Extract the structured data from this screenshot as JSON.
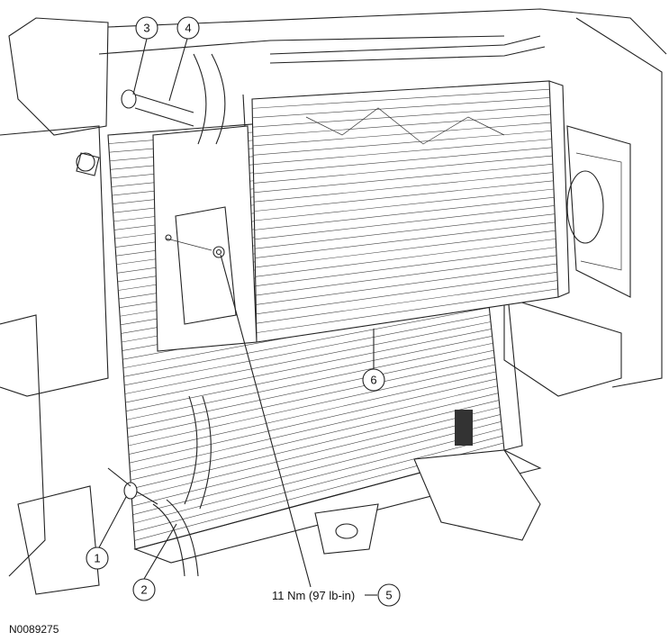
{
  "figure": {
    "figure_id": "N0089275",
    "callouts": [
      {
        "id": "callout-1",
        "number": "1"
      },
      {
        "id": "callout-2",
        "number": "2"
      },
      {
        "id": "callout-3",
        "number": "3"
      },
      {
        "id": "callout-4",
        "number": "4"
      },
      {
        "id": "callout-5",
        "number": "5",
        "torque_label": "11 Nm (97 lb-in)"
      },
      {
        "id": "callout-6",
        "number": "6"
      }
    ]
  }
}
